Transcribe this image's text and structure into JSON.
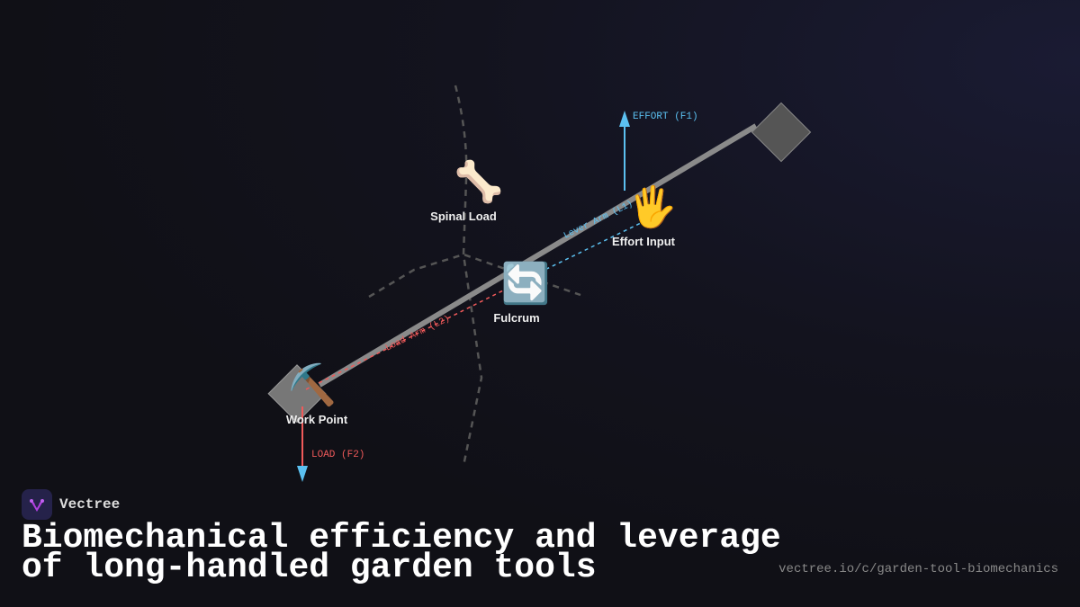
{
  "diagram": {
    "nodes": [
      {
        "id": "spinal",
        "label": "Spinal Load",
        "icon": "bone-icon",
        "glyph": "🦴"
      },
      {
        "id": "fulcrum",
        "label": "Fulcrum",
        "icon": "arrows-cycle-icon",
        "glyph": "🔄"
      },
      {
        "id": "effort",
        "label": "Effort Input",
        "icon": "hand-icon",
        "glyph": "🖐️"
      },
      {
        "id": "work",
        "label": "Work Point",
        "icon": "pick-icon",
        "glyph": "⛏️"
      }
    ],
    "forces": {
      "effort": "EFFORT (F1)",
      "load": "LOAD (F2)"
    },
    "arms": {
      "lever": "Lever Arm (L1)",
      "load": "Load Arm (L2)"
    },
    "colors": {
      "effort": "#5bc0f0",
      "load": "#f05a5a",
      "lever": "#8a8a8a",
      "spine": "#555555"
    }
  },
  "brand": {
    "name": "Vectree"
  },
  "title": {
    "line1": "Biomechanical efficiency and leverage",
    "line2": "of long-handled garden tools"
  },
  "url": "vectree.io/c/garden-tool-biomechanics"
}
